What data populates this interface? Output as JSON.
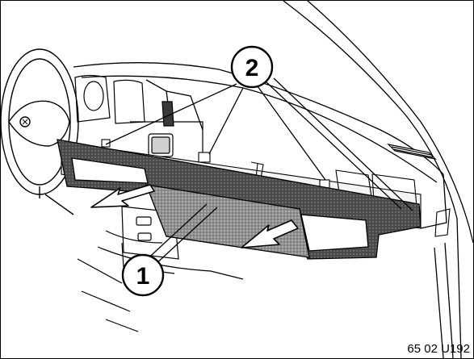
{
  "figure": {
    "callouts": [
      {
        "number": "1"
      },
      {
        "number": "2"
      }
    ],
    "figure_code": "65 02 U192"
  },
  "colors": {
    "line": "#000000",
    "background": "#ffffff",
    "panel_texture": "#9e9e9e",
    "panel_frame": "#4d4d4d"
  }
}
